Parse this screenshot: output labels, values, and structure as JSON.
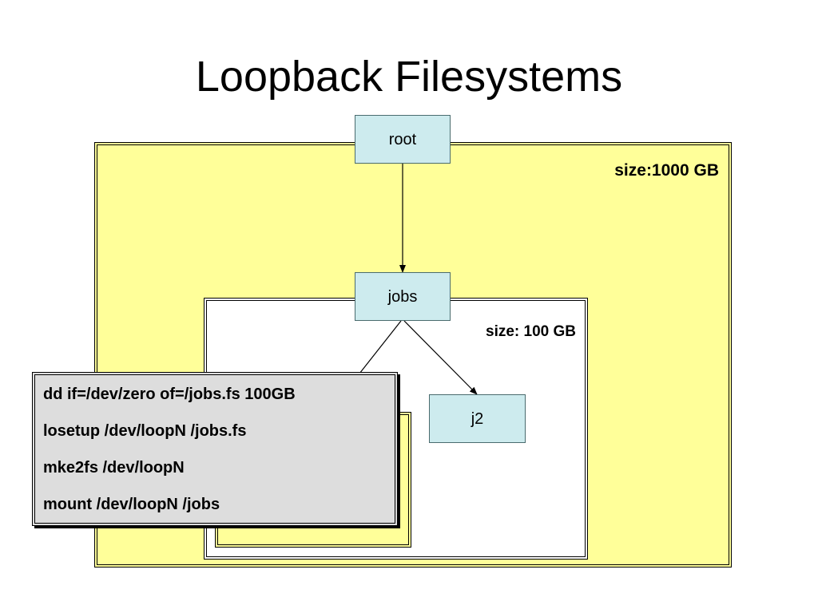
{
  "title": "Loopback Filesystems",
  "nodes": {
    "root": "root",
    "jobs": "jobs",
    "j2": "j2"
  },
  "labels": {
    "outer_size": "size:1000 GB",
    "jobs_size": "size: 100 GB"
  },
  "commands": [
    "dd if=/dev/zero of=/jobs.fs 100GB",
    "losetup /dev/loopN /jobs.fs",
    "mke2fs /dev/loopN",
    "mount /dev/loopN /jobs"
  ],
  "colors": {
    "outer_fill": "#ffff99",
    "node_fill": "#cdebee",
    "command_box_fill": "#dddddd"
  }
}
